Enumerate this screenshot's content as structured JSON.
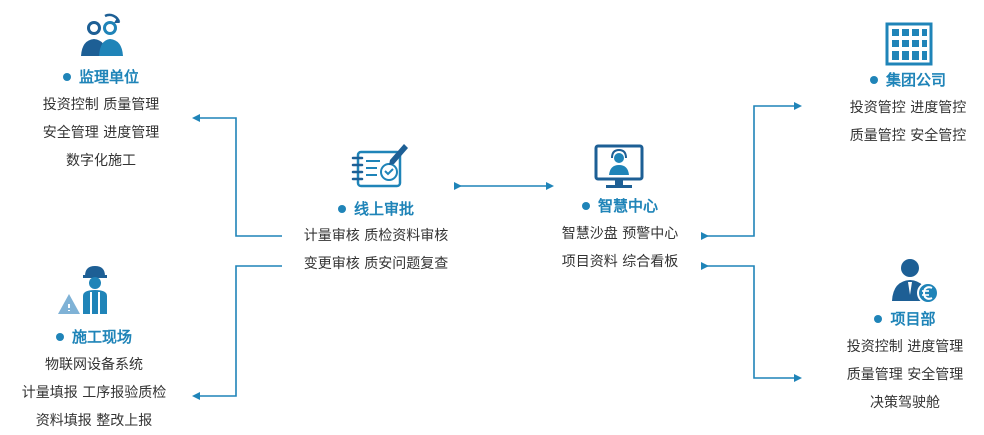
{
  "nodes": {
    "supervision": {
      "title": "监理单位",
      "lines": [
        "投资控制  质量管理",
        "安全管理  进度管理",
        "数字化施工"
      ]
    },
    "site": {
      "title": "施工现场",
      "lines": [
        "物联网设备系统",
        "计量填报  工序报验质检",
        "资料填报  整改上报"
      ]
    },
    "approval": {
      "title": "线上审批",
      "lines": [
        "计量审核  质检资料审核",
        "变更审核  质安问题复查"
      ]
    },
    "center": {
      "title": "智慧中心",
      "lines": [
        "智慧沙盘  预警中心",
        "项目资料  综合看板"
      ]
    },
    "group": {
      "title": "集团公司",
      "lines": [
        "投资管控  进度管控",
        "质量管控  安全管控"
      ]
    },
    "project": {
      "title": "项目部",
      "lines": [
        "投资控制  进度管理",
        "质量管理  安全管理",
        "决策驾驶舱"
      ]
    }
  },
  "icons": {
    "supervision": "supervisor-people-icon",
    "site": "construction-worker-icon",
    "approval": "approval-notebook-icon",
    "center": "monitor-operator-icon",
    "group": "office-building-icon",
    "project": "manager-euro-icon"
  },
  "colors": {
    "accent": "#1f84b8",
    "icon_dark": "#1d5f95",
    "text": "#333333"
  }
}
